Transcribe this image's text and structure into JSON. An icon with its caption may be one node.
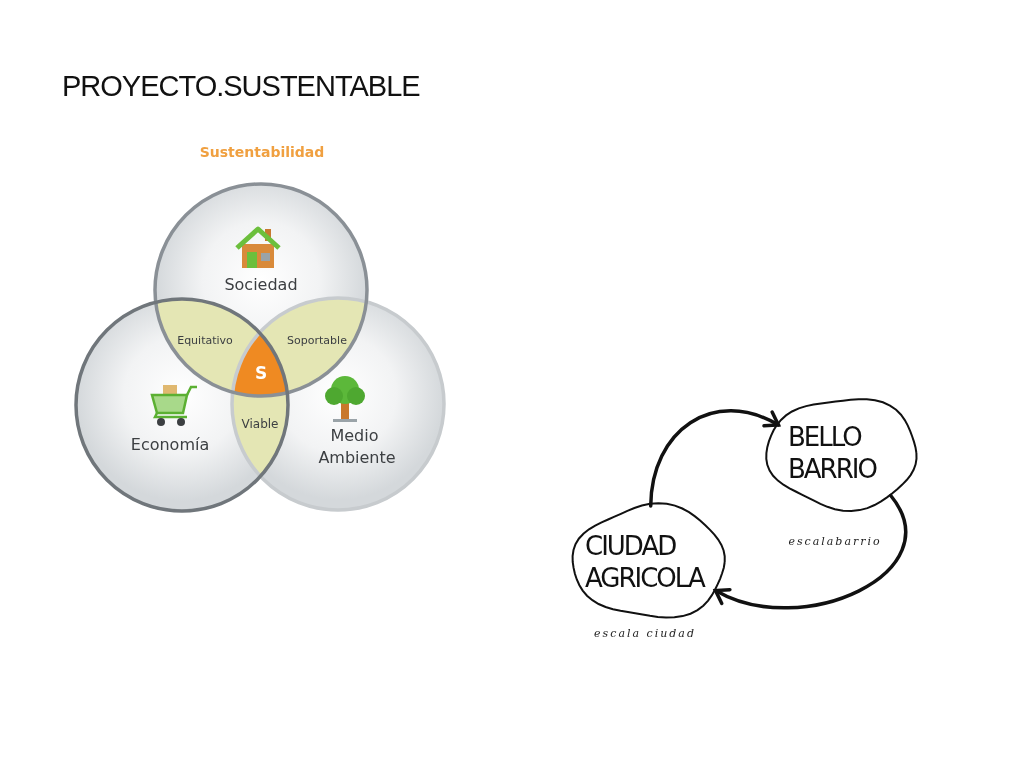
{
  "diagram": {
    "title": "PROYECTO.SUSTENTABLE",
    "nodes": [
      {
        "text": [
          "Sociedad"
        ]
      },
      {
        "text": [
          "Economía"
        ]
      },
      {
        "text": [
          "Medio Ambiente"
        ]
      },
      {
        "text": [
          "Equitativo"
        ]
      },
      {
        "text": [
          "Soportable"
        ]
      },
      {
        "text": [
          "S"
        ]
      },
      {
        "text": [
          "Viable"
        ]
      },
      {
        "text": [
          "BELLO BARRIO"
        ],
        "beside": [
          "escalabarrio"
        ]
      },
      {
        "text": [
          "CIUDAD AGRICOLA"
        ],
        "beside": [
          "escala ciudad"
        ]
      }
    ],
    "edges": [
      {
        "from": 8,
        "to": 7,
        "arrow": "to"
      },
      {
        "from": 7,
        "to": 8,
        "arrow": "to"
      }
    ],
    "labels": [
      "Sustentabilidad"
    ]
  }
}
